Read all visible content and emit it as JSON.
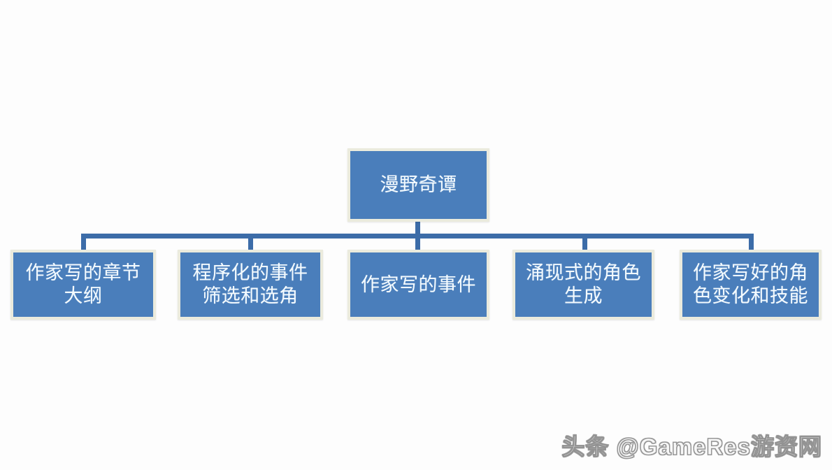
{
  "diagram": {
    "type": "org-chart",
    "root": {
      "label": "漫野奇谭"
    },
    "children": [
      {
        "label": "作家写的章节\n大纲"
      },
      {
        "label": "程序化的事件\n筛选和选角"
      },
      {
        "label": "作家写的事件"
      },
      {
        "label": "涌现式的角色\n生成"
      },
      {
        "label": "作家写好的角\n色变化和技能"
      }
    ],
    "colors": {
      "node_fill": "#4a7ebb",
      "node_border": "#ebebdd",
      "connector": "#3c6ca8",
      "text": "#f4fbff",
      "background": "#fdfdfd"
    }
  },
  "watermark": {
    "text": "头条 @GameRes游资网"
  }
}
